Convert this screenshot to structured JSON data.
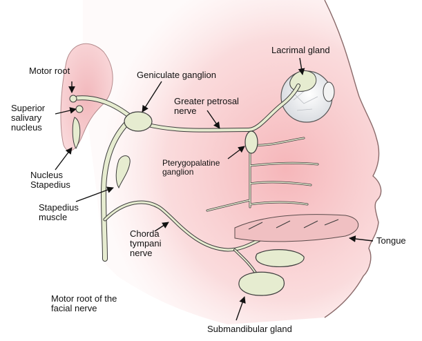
{
  "diagram": {
    "labels": {
      "motor_root": "Motor root",
      "superior_salivary_nucleus": "Superior\nsalivary\nnucleus",
      "nucleus_stapedius": "Nucleus\nStapedius",
      "stapedius_muscle": "Stapedius\nmuscle",
      "geniculate_ganglion": "Geniculate ganglion",
      "greater_petrosal_nerve": "Greater petrosal\nnerve",
      "lacrimal_gland": "Lacrimal gland",
      "pterygopalatine_ganglion": "Pterygopalatine\nganglion",
      "chorda_tympani_nerve": "Chorda\ntympani\nnerve",
      "tongue": "Tongue",
      "motor_root_facial_nerve": "Motor root of the\nfacial nerve",
      "submandibular_gland": "Submandibular gland"
    },
    "colors": {
      "skin_shading": "#f4a9ad",
      "nerve_fill": "#e6ecd0",
      "outline": "#3a3a3a",
      "arrow": "#111111"
    }
  }
}
